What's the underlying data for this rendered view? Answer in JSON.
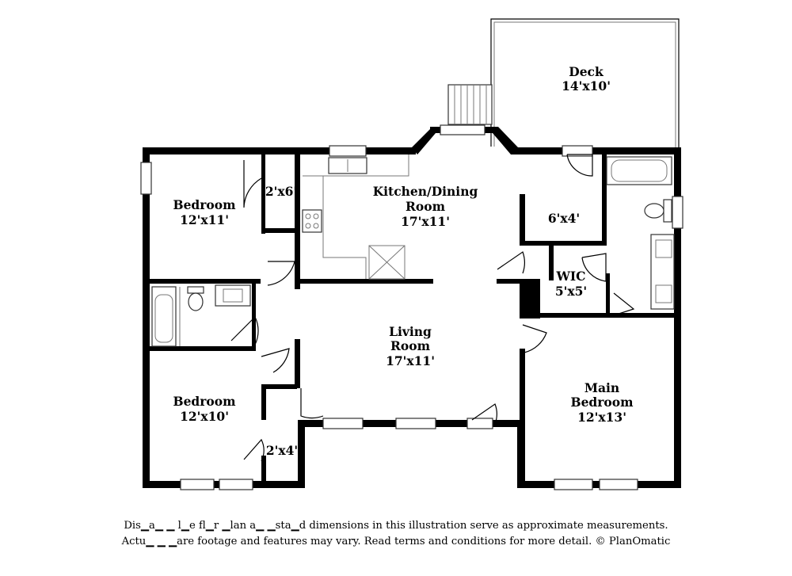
{
  "rooms": [
    {
      "id": "deck",
      "name": "Deck",
      "dim": "14'x10'"
    },
    {
      "id": "kitchen",
      "name1": "Kitchen/Dining",
      "name2": "Room",
      "dim": "17'x11'"
    },
    {
      "id": "bedroom1",
      "name": "Bedroom",
      "dim": "12'x11'"
    },
    {
      "id": "closet1",
      "dim": "2'x6'"
    },
    {
      "id": "closet3",
      "dim": "6'x4'"
    },
    {
      "id": "wic",
      "name": "WIC",
      "dim": "5'x5'"
    },
    {
      "id": "living",
      "name1": "Living",
      "name2": "Room",
      "dim": "17'x11'"
    },
    {
      "id": "bedroom2",
      "name": "Bedroom",
      "dim": "12'x10'"
    },
    {
      "id": "closet2",
      "dim": "2'x4'"
    },
    {
      "id": "main",
      "name1": "Main",
      "name2": "Bedroom",
      "dim": "12'x13'"
    }
  ],
  "disclaimer": {
    "line1": "Dis▁a▁ ▁ l▁e fl▁r ▁lan a▁ ▁sta▁d dimensions in this illustration serve as approximate measurements.",
    "line2": "Actu▁ ▁ ▁are footage and features may vary. Read terms and conditions for more detail. © PlanOmatic"
  },
  "colors": {
    "wall": "#000000",
    "background": "#ffffff",
    "fixture_line": "#333333"
  }
}
